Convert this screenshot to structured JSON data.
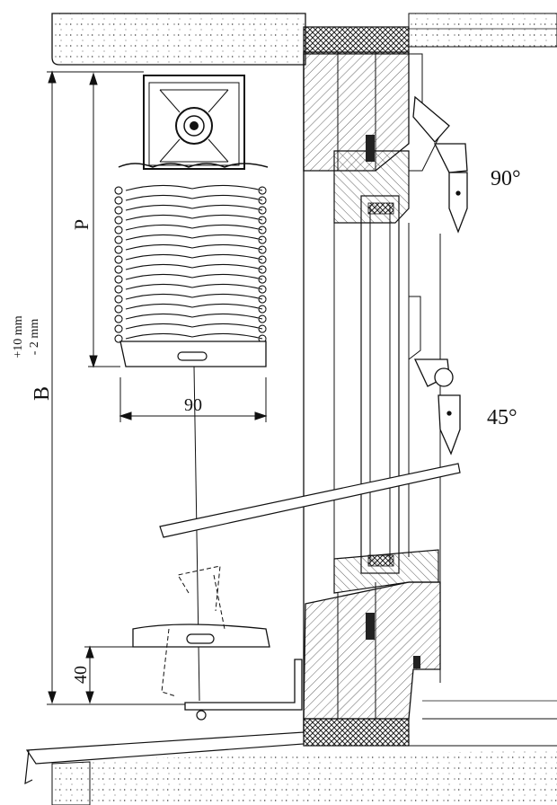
{
  "dimensions": {
    "height_label": "B",
    "tolerance_plus": "+10 mm",
    "tolerance_minus": "- 2 mm",
    "package_label": "P",
    "width_label": "90",
    "bottom_label": "40"
  },
  "angles": {
    "upper": "90°",
    "lower": "45°"
  }
}
